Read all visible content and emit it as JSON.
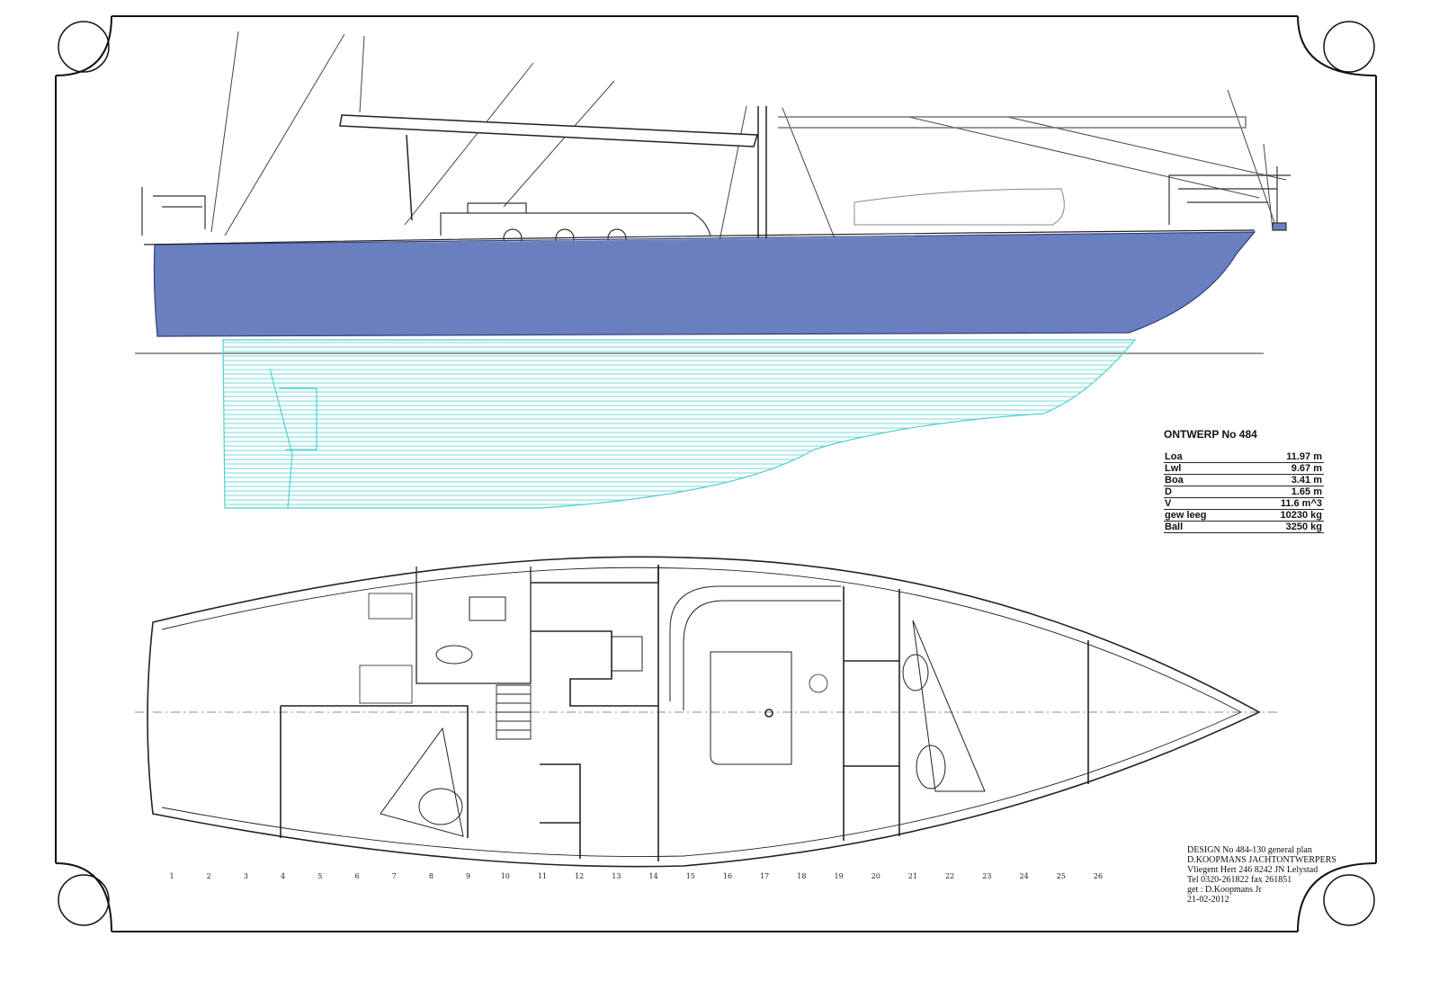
{
  "design": {
    "heading": "ONTWERP No 484",
    "specs": [
      {
        "label": "Loa",
        "value": "11.97 m"
      },
      {
        "label": "Lwl",
        "value": "9.67 m"
      },
      {
        "label": "Boa",
        "value": "3.41 m"
      },
      {
        "label": "D",
        "value": "1.65 m"
      },
      {
        "label": "V",
        "value": "11.6 m^3"
      },
      {
        "label": "gew  leeg",
        "value": "10230 kg"
      },
      {
        "label": "Ball",
        "value": "3250 kg"
      }
    ]
  },
  "stations": [
    "1",
    "2",
    "3",
    "4",
    "5",
    "6",
    "7",
    "8",
    "9",
    "10",
    "11",
    "12",
    "13",
    "14",
    "15",
    "16",
    "17",
    "18",
    "19",
    "20",
    "21",
    "22",
    "23",
    "24",
    "25",
    "26"
  ],
  "title_block": {
    "line1": "DESIGN No 484-130 general plan",
    "line2": "D.KOOPMANS  JACHTONTWERPERS",
    "line3": "Vliegent Hert 246 8242 JN Lelystad",
    "line4": "Tel 0320-261822 fax 261851",
    "line5": "get : D.Koopmans Jr",
    "line6": "21-02-2012"
  },
  "colors": {
    "hull_topside": "#6a7fbf",
    "underwater": "#4fd0d0",
    "frame": "#111111",
    "line": "#333333"
  }
}
